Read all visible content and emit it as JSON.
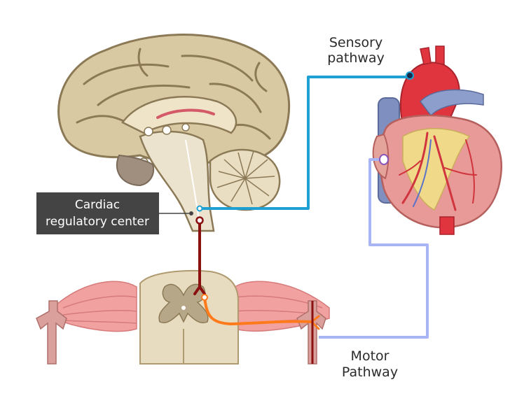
{
  "labels": {
    "cardiac_line1": "Cardiac",
    "cardiac_line2": "regulatory center",
    "sensory_line1": "Sensory",
    "sensory_line2": "pathway",
    "motor_line1": "Motor",
    "motor_line2": "Pathway"
  },
  "colors": {
    "sensory_pathway": "#1ea0d2",
    "motor_pathway": "#a9b4f5",
    "preganglionic_fiber": "#8b1010",
    "postganglionic_fiber": "#ff7a1a",
    "label_box": "#444444"
  }
}
